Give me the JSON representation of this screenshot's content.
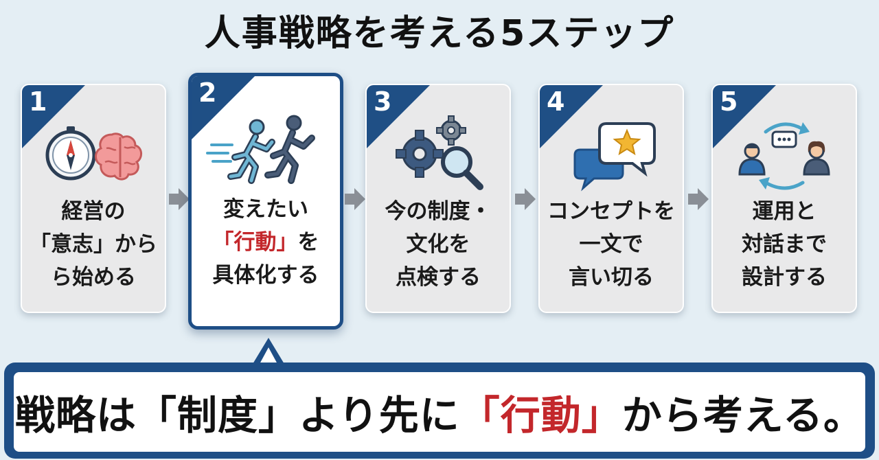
{
  "title": "人事戦略を考える5ステップ",
  "colors": {
    "accent_blue": "#1f4f85",
    "highlight_red": "#c3272b",
    "card_bg": "#e9e9ea",
    "page_bg": "#e4eef4"
  },
  "steps": [
    {
      "number": "1",
      "icons": [
        "compass-icon",
        "brain-icon"
      ],
      "lines": [
        [
          {
            "t": "経営の"
          }
        ],
        [
          {
            "t": "「意志」から"
          }
        ],
        [
          {
            "t": "ら始める"
          }
        ]
      ]
    },
    {
      "number": "2",
      "highlighted": true,
      "icons": [
        "running-people-icon"
      ],
      "lines": [
        [
          {
            "t": "変えたい"
          }
        ],
        [
          {
            "t": "「行動」",
            "red": true
          },
          {
            "t": "を"
          }
        ],
        [
          {
            "t": "具体化する"
          }
        ]
      ]
    },
    {
      "number": "3",
      "icons": [
        "gears-icon",
        "magnifier-icon"
      ],
      "lines": [
        [
          {
            "t": "今の制度・"
          }
        ],
        [
          {
            "t": "文化を"
          }
        ],
        [
          {
            "t": "点検する"
          }
        ]
      ]
    },
    {
      "number": "4",
      "icons": [
        "speech-bubbles-star-icon"
      ],
      "lines": [
        [
          {
            "t": "コンセプトを"
          }
        ],
        [
          {
            "t": "一文で"
          }
        ],
        [
          {
            "t": "言い切る"
          }
        ]
      ]
    },
    {
      "number": "5",
      "icons": [
        "dialogue-cycle-icon"
      ],
      "lines": [
        [
          {
            "t": "運用と"
          }
        ],
        [
          {
            "t": "対話まで"
          }
        ],
        [
          {
            "t": "設計する"
          }
        ]
      ]
    }
  ],
  "banner": {
    "parts": [
      {
        "t": "戦略は「制度」より先に"
      },
      {
        "t": "「行動」",
        "red": true
      },
      {
        "t": "から考える。"
      }
    ]
  }
}
